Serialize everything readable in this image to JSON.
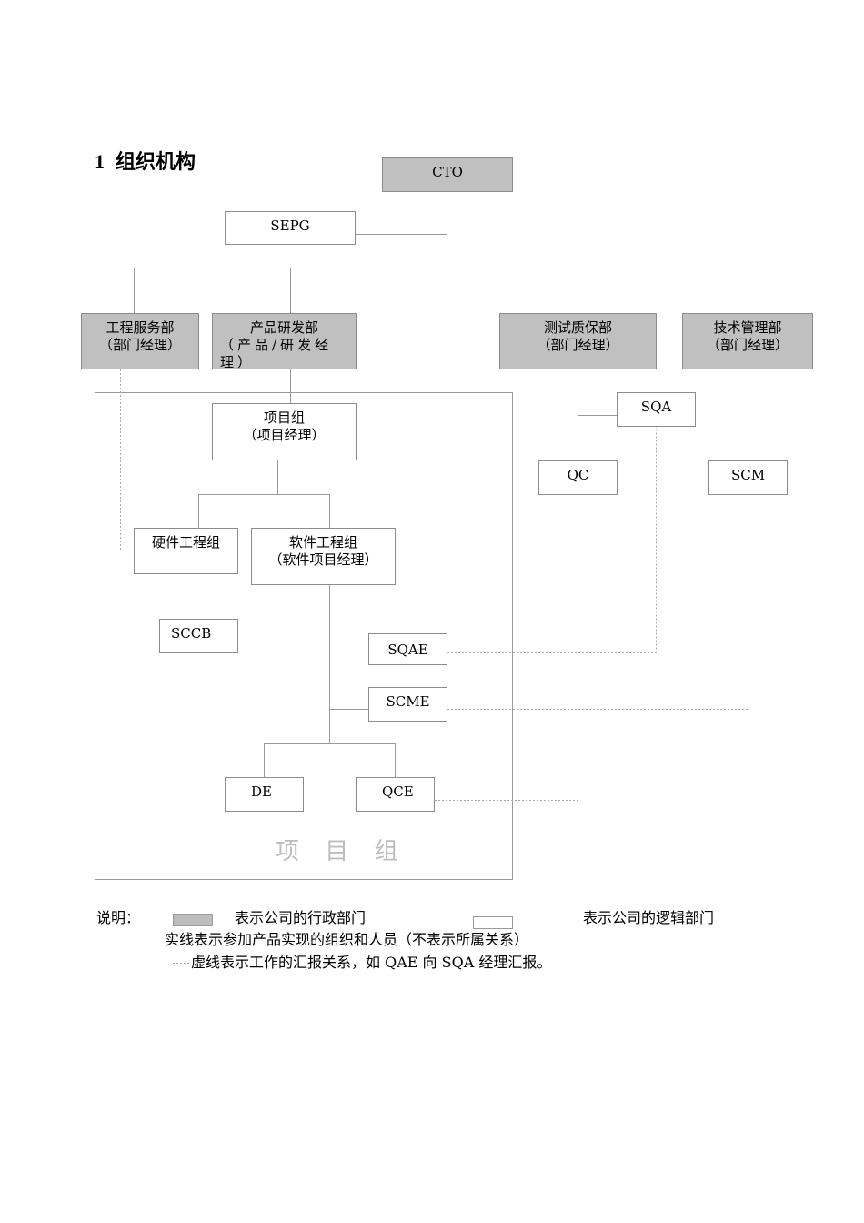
{
  "heading": {
    "number": "1",
    "title": "组织机构"
  },
  "nodes": {
    "cto": {
      "label": "CTO"
    },
    "sepg": {
      "label": "SEPG"
    },
    "eng_service": {
      "line1": "工程服务部",
      "line2": "（部门经理）"
    },
    "rnd": {
      "line1": "产品研发部",
      "line2": "（产品/研发经理）"
    },
    "test_qa": {
      "line1": "测试质保部",
      "line2": "（部门经理）"
    },
    "tech_mgmt": {
      "line1": "技术管理部",
      "line2": "（部门经理）"
    },
    "project_group": {
      "line1": "项目组",
      "line2": "（项目经理）"
    },
    "sqa": {
      "label": "SQA"
    },
    "qc": {
      "label": "QC"
    },
    "scm": {
      "label": "SCM"
    },
    "hw_group": {
      "label": "硬件工程组"
    },
    "sw_group": {
      "line1": "软件工程组",
      "line2": "（软件项目经理）"
    },
    "sccb": {
      "label": "SCCB"
    },
    "sqae": {
      "label": "SQAE"
    },
    "scme": {
      "label": "SCME"
    },
    "de": {
      "label": "DE"
    },
    "qce": {
      "label": "QCE"
    }
  },
  "project_area_label": "项 目 组",
  "legend": {
    "title": "说明：",
    "admin_text": "表示公司的行政部门",
    "logical_text": "表示公司的逻辑部门",
    "solid_text": "实线表示参加产品实现的组织和人员（不表示所属关系）",
    "dashed_text": "虚线表示工作的汇报关系，如 QAE 向 SQA 经理汇报。"
  },
  "colors": {
    "admin_fill": "#c0c0c0",
    "logical_fill": "#ffffff",
    "line": "#9a9a9a"
  }
}
